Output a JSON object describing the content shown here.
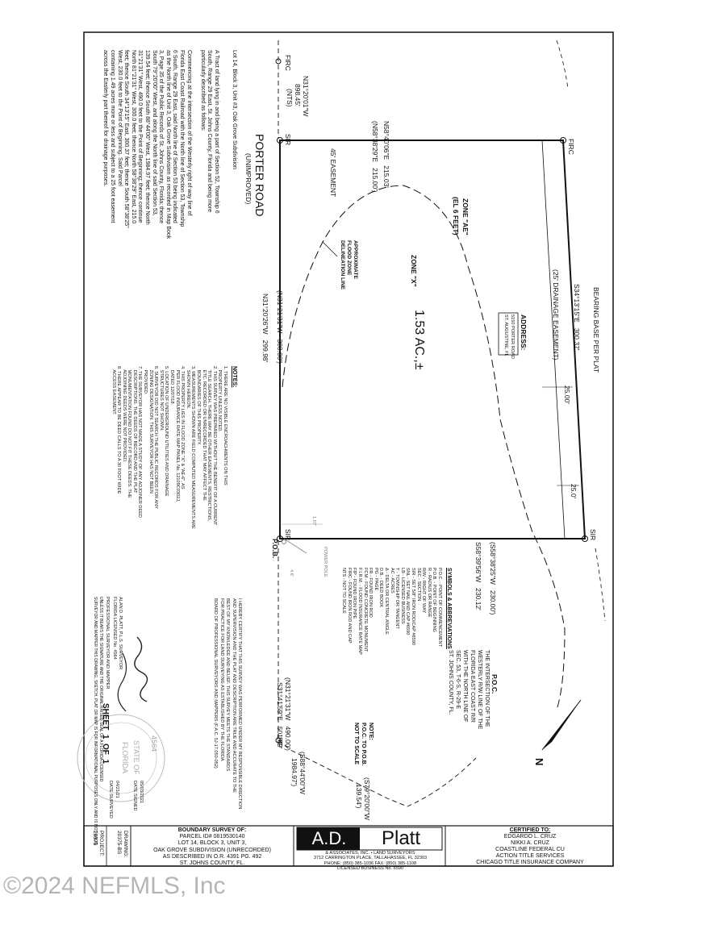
{
  "plat": {
    "bearing_base": "BEARING BASE PER PLAT",
    "east_bearing": "S34°13'15\"E   300.37'",
    "drainage_easement": "(25' DRAINAGE EASEMENT)",
    "dim_25a": "25.00'",
    "dim_25b": "25.0'",
    "top_line": "N58°40'06\"E   215.03'",
    "top_line_plat": "(N58°38'29\"E   215.00')",
    "north_line": "N31°20'01\"W",
    "north_line_dist": "898.45'",
    "nts": "(NTS)",
    "firc_top": "FIRC",
    "sir": "SIR",
    "firc_right": "FIRC",
    "sir_right": "SIR",
    "sir_pob": "SIR",
    "zone_ae": "ZONE \"AE\"",
    "zone_ae_el": "(EL 6 FEET)",
    "zone_x": "ZONE \"X\"",
    "acreage": "1.53 AC.,±",
    "flood_line": "APPROXIMATE\nFLOOD ZONE\nDELINEATION LINE",
    "easement_45": "45' EASEMENT",
    "west_plat": "(N31°21'31\"W   300.00')",
    "west_meas": "N31°20'26\"W   299.98'",
    "porter_road": "PORTER ROAD",
    "unimproved": "(UNIMPROVED)",
    "address_title": "ADDRESS:",
    "address_line1": "5150 PORTER ROAD",
    "address_line2": "ST. AUGUSTINE, FL",
    "south_plat": "(S58°38'25\"W   230.00')",
    "south_meas": "S58°39'56\"W   230.12'",
    "pob": "P.O.B.",
    "power_pole": "POWER POLE",
    "dim_107": "1.07'",
    "dim_46": "4.6'",
    "lower_plat": "(N31°21'31\"W   490.00')",
    "lower_meas": "S31°41'59\"E   501.69'",
    "pc_line_plat": "(S88°44'00\"W",
    "pc_line_dist": "1984.97')",
    "pc_line2": "(S79°20'00\"W",
    "pc_line2_dist": "139.54')",
    "fip": "FIP",
    "note": "NOTE:\nP.O.C. TO P.O.B.\nNOT TO SCALE",
    "poc_title": "P.O.C.",
    "poc_text": "THE INTERSECTION OF THE\nWESTERLY R/W LINE OF THE\nFLORIDA EAST COAST R/R\nWITH THE NORTH LINE OF\nSEC. 53, T-6-S, R-29-E\nST. JOHNS COUNTY, FL.",
    "north_arrow": "N"
  },
  "legal": {
    "lot_line": "Lot 14, Block 3, Unit #3, Oak Grove Subdivision",
    "description": "A Tract of land lying in and being a part of Section 52, Township 6\nSouth, Range 29 East, St. Johns County, Florida and being more\nparticularly described as follows:\n\nCommencing at the intersection of the Westerly right of way line of\nFlorida East Coast Railroad with the North line of Section 53, Township\n6 South, Range 29 East, said North line of Section 53 being indicated\nas the North line of Unit 3, Oak Grove Subdivision as recorded in Map Book\n3, Page 35 of the Public Records of St. Johns County, Florida; thence\nSouth 79°20'00\" West, and along the North line of said Section 53,\n139.54 feet; thence South 88°44'00\" West, 1984.97 feet; thence North\n31°21'31\" West, 490.0 feet to the Point of Beginning; thence continue\nNorth 81°21'31\" West, 300.0 feet; thence North 58°38'29\" East, 215.0\nfeet; thence South 34°13'15\" East, 300.37 feet; thence South 58°38'25\"\nWest, 230.0 feet to the Point of Beginning. Said Parcel\ncontaining 1.49 acres more or less and subject to a 25 foot easement\nacross the Easterly part thereof for drainage purposes."
  },
  "notes": {
    "title": "NOTES:",
    "body": "1. THERE ARE NO VISIBLE ENCROACHMENTS ON THIS\n   PROPERTY UNLESS NOTED.\n2. THIS SURVEY WAS PREPARED WITHOUT THE BENEFIT OF A CURRENT\n   TITLE SEARCH. THERE MAY BE OTHER EASEMENTS, RESTRICTIONS,\n   ETC. RECORDED OR UNRECORDED THAT MAY AFFECT THE\n   BOUNDARIES OF THIS PROPERTY.\n3. MEASUREMENTS SHOWN ARE FIELD COMPUTED MEASUREMENTS ARE\n   SHOWN HEREON.\n4. THIS PROPERTY LIES IN FLOOD ZONE \"X\" & \"AE-6\", AS\n   PER FLOOD INSURANCE RATE MAP PANEL No. 12109C0302J,\n   DATED 12/07/18.\n5. LOCATION OF UNDERGROUND UTILITIES AND DRAINAGE\n   STRUCTURES NOT SHOWN.\n6. SURVEYOR DID NOT SEARCH THE PUBLIC RECORDS FOR ANY\n   ZONING DESIGNATION. THIS SURVEYOR HAS NOT BEEN\n   PROVIDED.\n7. THE SURVEYOR HAS NOT MADE A STUDY OF ANY ADJOINER DEED\n   DESCRIPTIONS. THE DEEDS OF RECORD AND THE PLAT\n   MONUMENTATION FOUND DO NOT FIT THESE DEEDS. THE\n   ADJOINING DEEDS WERE NOT PROVIDED.\n8. THERE APPEAR TO BE DEED CALLS TO A 30 FOOT WIDE\n   ACCESS EASEMENT."
  },
  "symbols": {
    "title": "SYMBOLS & ABBREVIATIONS",
    "body": "P.O.C. - POINT OF COMMENCEMENT\nP.O.B. - POINT OF BEGINNING\nR - RADIUS OR RANGE\nR/W - RIGHT OF WAY\nSEC - SECTION\nSIR - SET 5/8\" IRON ROD/CAP #6590\nSNL - SET NAIL AND CAP #6590\nLB - LICENSED BUSINESS\nT - TOWNSHIP OR TANGENT\nAC - ACRES\nΔ - DELTA OR CENTRAL ANGLE\nD.B. - DEED BOOK\nPG - PAGE\nFR - FOUND IRON ROD\nFCM - FOUND CONCRETE MONUMENT\nF.I.R.M. - FLOOD INSURANCE RATE MAP\nFIP - FOUND IRON PIPE\nFIRC - FOUND IRON ROD AND CAP\nNTS - NOT TO SCALE"
  },
  "certification": {
    "text": "I HEREBY CERTIFY THAT THIS SURVEY WAS PERFORMED UNDER MY RESPONSIBLE DIRECTION\nAND SUPERVISION AND THE PLAT AND DESCRIPTION ARE TRUE AND ACCURATE TO THE\nBEST OF MY KNOWLEDGE AND BELIEF. THIS SURVEY MEETS THE STANDARDS\nFOR PRACTICE FOR LAND SURVEYING AS ESTABLISHED BY THE FLORIDA\nBOARD OF PROFESSIONAL SURVEYORS AND MAPPERS (F.A.C. 5J-17.050-052)",
    "surveyor_name": "ALAN D. PLATT, P.L.S. SURVEYOR\nFLORIDA LICENSED No. 4564",
    "surveyor_title": "PROFESSIONAL SURVEYOR AND MAPPER",
    "validity": "UNLESS IT BEARS THE SIGNATURE AND THE ORIGINAL RAISED SEAL OF A FLORIDA LICENSED\nSURVEYOR AND MAPPER THIS DRAWING, SKETCH, PLAT OR MAP IS FOR INFORMATIONAL PURPOSES ONLY AND IS NOT VALID",
    "date_signed_label": "DATE SIGNED",
    "date_signed": "05/03/2021",
    "date_surveyed_label": "DATE SURVEYED",
    "date_surveyed": "04/21/21",
    "sheet": "SHEET  1  OF  1",
    "seal_license": "4564",
    "seal_state": "STATE OF",
    "seal_florida": "FLORIDA"
  },
  "title_block": {
    "certified_to_title": "CERTIFIED TO:",
    "certified_to": [
      "EDGARDO L. CRUZ",
      "NIKKI A. CRUZ",
      "COASTLINE FEDERAL CU",
      "ACTION TITLE SERVICES",
      "CHICAGO TITLE INSURANCE COMPANY"
    ],
    "logo_ad": "A.D.",
    "logo_platt": "Platt",
    "firm_line1": "& ASSOCIATES, INC.  •  LAND SURVEYORS",
    "firm_line2": "3712 CARRINGTON PLACE, TALLAHASSEE, FL 32303",
    "firm_line3": "PHONE: (850) 385-1036    FAX: (850) 385-1108",
    "firm_line4": "LICENSED BUSINESS No. 6590",
    "survey_title": "BOUNDARY SURVEY OF:",
    "survey_lines": [
      "PARCEL ID# 0819530140",
      "LOT 14, BLOCK 3, UNIT 3,",
      "OAK GROVE SUBDIVISION (UNRECORDED)",
      "AS DESCRIBED IN O.R. 4391 PG. 492",
      "ST. JOHNS COUNTY, FL."
    ],
    "drawing_label": "DRAWING:",
    "drawing_value": "20375-BS",
    "project_label": "PROJECT:",
    "project_value": "20375"
  },
  "watermark": "©2024 NEFMLS, Inc"
}
